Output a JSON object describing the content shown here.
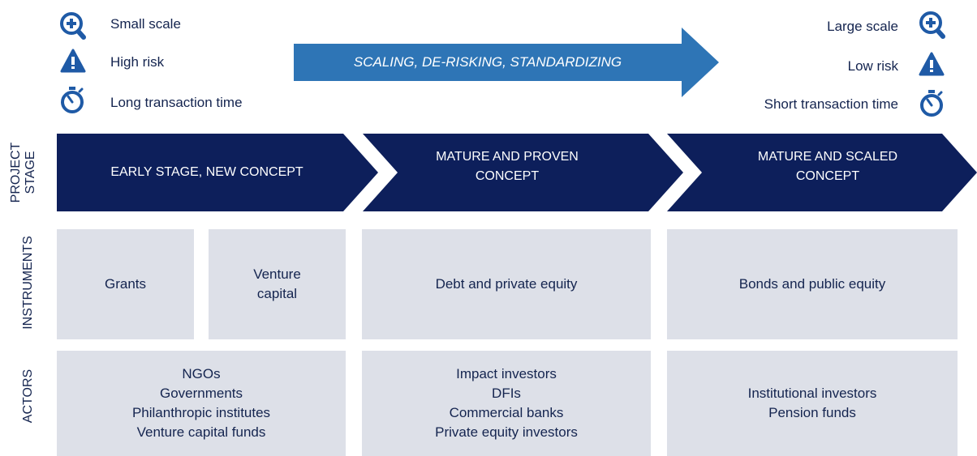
{
  "legend_left": {
    "items": [
      {
        "icon": "zoom-in-icon",
        "label": "Small scale"
      },
      {
        "icon": "warning-icon",
        "label": "High risk"
      },
      {
        "icon": "stopwatch-icon",
        "label": "Long transaction time"
      }
    ]
  },
  "legend_right": {
    "items": [
      {
        "icon": "zoom-in-icon",
        "label": "Large scale"
      },
      {
        "icon": "warning-icon",
        "label": "Low risk"
      },
      {
        "icon": "stopwatch-icon",
        "label": "Short transaction time"
      }
    ]
  },
  "arrow": {
    "label": "SCALING, DE-RISKING, STANDARDIZING"
  },
  "row_labels": {
    "project_stage": [
      "PROJECT",
      "STAGE"
    ],
    "instruments": "INSTRUMENTS",
    "actors": "ACTORS"
  },
  "stages": [
    {
      "lines": [
        "EARLY STAGE, NEW CONCEPT"
      ]
    },
    {
      "lines": [
        "MATURE AND PROVEN",
        "CONCEPT"
      ]
    },
    {
      "lines": [
        "MATURE AND SCALED",
        "CONCEPT"
      ]
    }
  ],
  "instruments": [
    {
      "lines": [
        "Grants"
      ]
    },
    {
      "lines": [
        "Venture",
        "capital"
      ]
    },
    {
      "lines": [
        "Debt and private equity"
      ]
    },
    {
      "lines": [
        "Bonds and public equity"
      ]
    }
  ],
  "actors": [
    {
      "lines": [
        "NGOs",
        "Governments",
        "Philanthropic institutes",
        "Venture capital funds"
      ]
    },
    {
      "lines": [
        "Impact investors",
        "DFIs",
        "Commercial banks",
        "Private equity investors"
      ]
    },
    {
      "lines": [
        "Institutional investors",
        "Pension funds"
      ]
    }
  ],
  "colors": {
    "navy": "#0d1f5b",
    "arrow_blue": "#2e75b6",
    "icon_blue": "#1f5aa6",
    "box_gray": "#dde0e8"
  }
}
